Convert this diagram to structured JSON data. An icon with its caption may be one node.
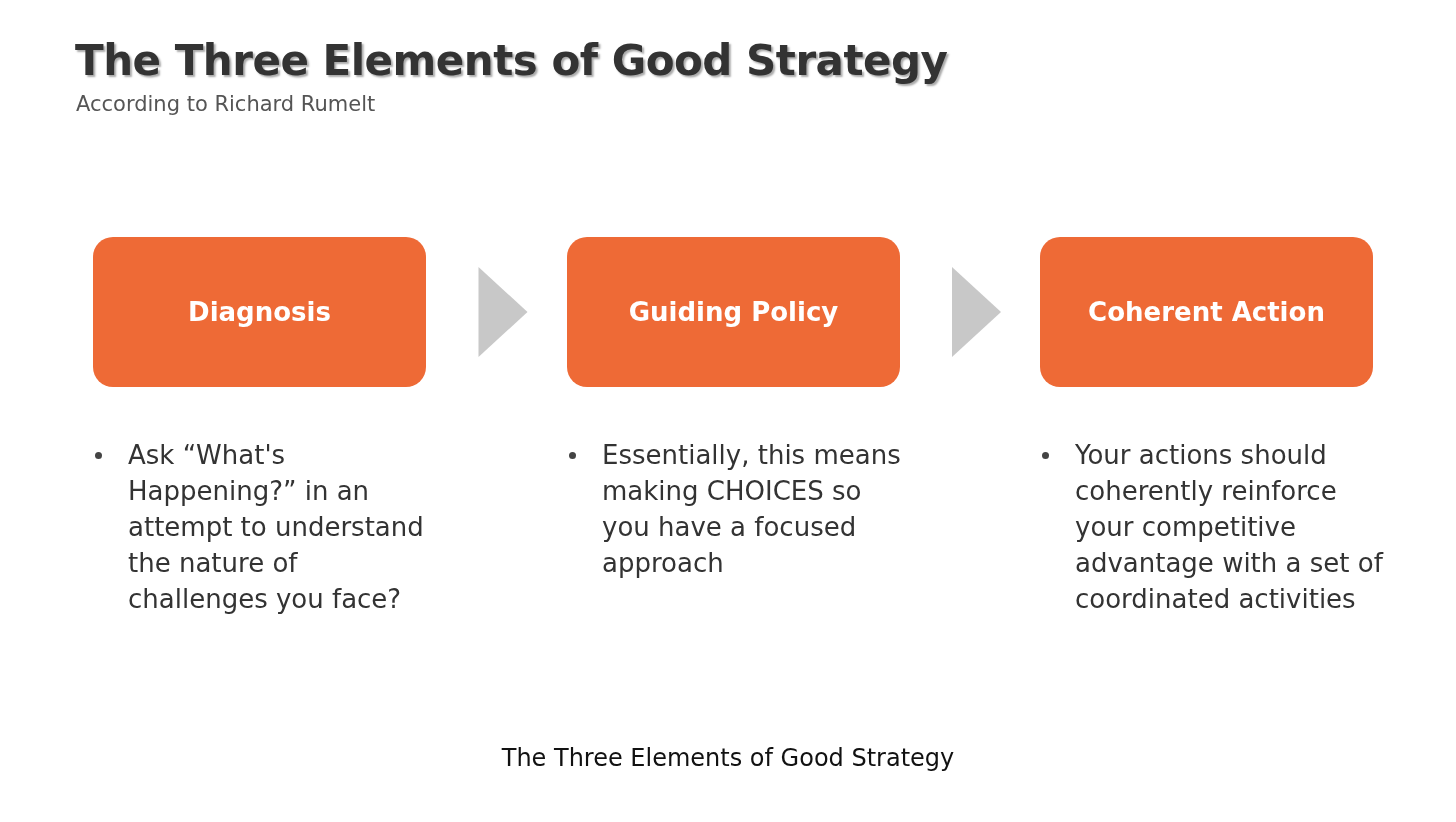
{
  "diagram": {
    "title": "The Three Elements of Good Strategy",
    "caption": "The Three Elements of Good Strategy",
    "nodes": [
      {
        "text": [
          "Diagnosis"
        ],
        "beside": [
          "Ask “What's Happening?” in an attempt to understand the nature of challenges you face?"
        ]
      },
      {
        "text": [
          "Guiding Policy"
        ],
        "beside": [
          "Essentially, this means making CHOICES so you have a focused approach"
        ]
      },
      {
        "text": [
          "Coherent Action"
        ],
        "beside": [
          "Your actions should coherently reinforce your competitive advantage with a set of coordinated activities"
        ]
      }
    ],
    "edges": [
      {
        "from": 0,
        "to": 1,
        "arrow": "to"
      },
      {
        "from": 1,
        "to": 2,
        "arrow": "to"
      }
    ],
    "labels": [
      "According to Richard Rumelt"
    ]
  }
}
